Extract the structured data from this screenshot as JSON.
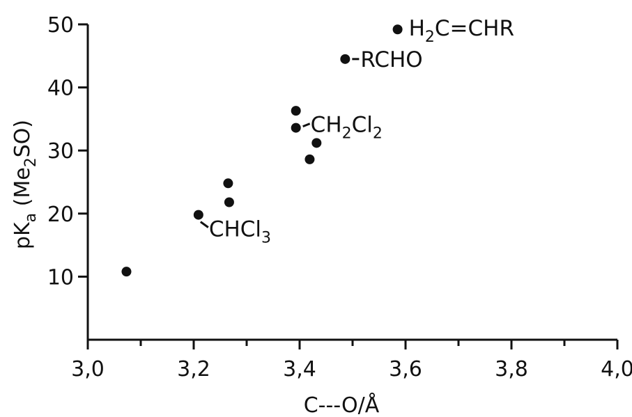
{
  "chart_data": {
    "type": "scatter",
    "xlabel": "C---O/Å",
    "ylabel": "pKa (Me2SO)",
    "xlim": [
      3.0,
      4.0
    ],
    "ylim": [
      0,
      50
    ],
    "x_ticks": [
      "3,0",
      "3,2",
      "3,4",
      "3,6",
      "3,8",
      "4,0"
    ],
    "x_tick_values": [
      3.0,
      3.2,
      3.4,
      3.6,
      3.8,
      4.0
    ],
    "y_ticks": [
      "10",
      "20",
      "30",
      "40",
      "50"
    ],
    "y_tick_values": [
      10,
      20,
      30,
      40,
      50
    ],
    "grid": false,
    "points": [
      {
        "x": 3.073,
        "y": 10.8
      },
      {
        "x": 3.209,
        "y": 19.8
      },
      {
        "x": 3.265,
        "y": 24.8
      },
      {
        "x": 3.267,
        "y": 21.8
      },
      {
        "x": 3.393,
        "y": 36.3
      },
      {
        "x": 3.393,
        "y": 33.6
      },
      {
        "x": 3.432,
        "y": 31.2
      },
      {
        "x": 3.419,
        "y": 28.6
      },
      {
        "x": 3.486,
        "y": 44.5
      },
      {
        "x": 3.585,
        "y": 49.2
      }
    ],
    "annotations": [
      {
        "text": "CHCl3",
        "point": 1
      },
      {
        "text": "CH2Cl2",
        "point": 5
      },
      {
        "text": "RCHO",
        "point": 8
      },
      {
        "text": "H2C=CHR",
        "point": 9
      }
    ]
  }
}
